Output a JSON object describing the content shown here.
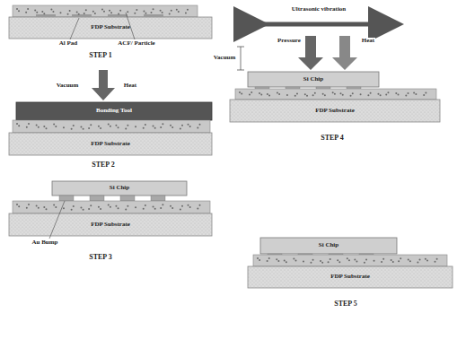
{
  "diagram": {
    "nodes": [
      {
        "text": [
          "FDP Substrate"
        ]
      },
      {
        "text": [
          "Bonding Tool"
        ]
      },
      {
        "text": [
          "FDP Substrate"
        ]
      },
      {
        "text": [
          "Si Chip"
        ]
      },
      {
        "text": [
          "FDP Substrate"
        ]
      },
      {
        "text": [
          "Si Chip"
        ]
      },
      {
        "text": [
          "FDP Substrate"
        ]
      },
      {
        "text": [
          "Si Chip"
        ]
      },
      {
        "text": [
          "FDP Substrate"
        ]
      }
    ],
    "labels": [
      "Al Pad",
      "ACF/ Particle",
      "STEP 1",
      "Vacuum",
      "Heat",
      "STEP 2",
      "Au Bump",
      "STEP 3",
      "Ultrasonic vibration",
      "Vacuum",
      "Pressure",
      "Heat",
      "STEP 4",
      "STEP 5"
    ]
  }
}
